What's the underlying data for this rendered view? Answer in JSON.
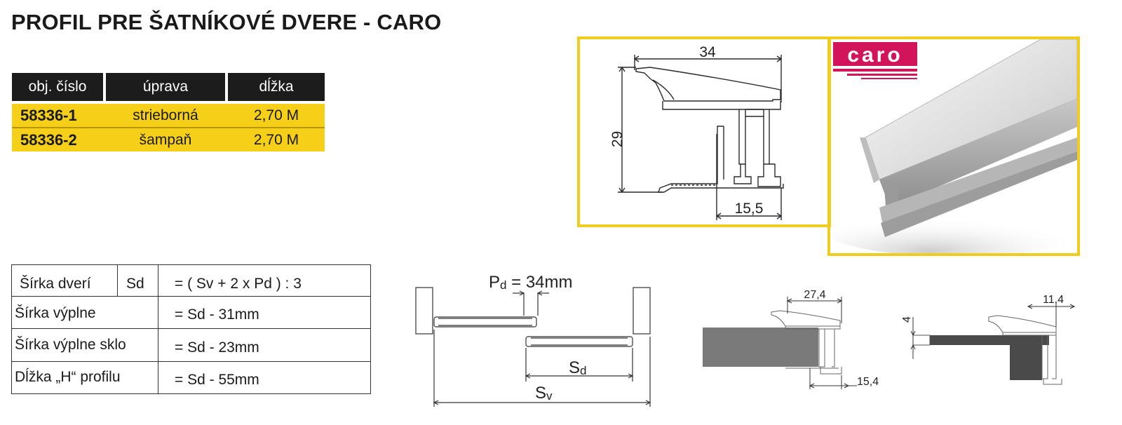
{
  "title": "PROFIL PRE ŠATNÍKOVÉ DVERE - CARO",
  "product_table": {
    "headers": [
      "obj. číslo",
      "úprava",
      "dĺžka"
    ],
    "rows": [
      {
        "code": "58336-1",
        "finish": "strieborná",
        "length": "2,70 M"
      },
      {
        "code": "58336-2",
        "finish": "šampaň",
        "length": "2,70 M"
      }
    ]
  },
  "formula_table": {
    "rows": [
      {
        "label": "Šírka dverí",
        "symbol": "Sd",
        "formula": "=  ( Sv + 2 x Pd ) : 3"
      },
      {
        "label": "Šírka výplne",
        "symbol": "",
        "formula": "=  Sd - 31mm"
      },
      {
        "label": "Šírka výplne sklo",
        "symbol": "",
        "formula": "=  Sd - 23mm"
      },
      {
        "label": "Dĺžka „H“ profilu",
        "symbol": "",
        "formula": "=  Sd - 55mm"
      }
    ]
  },
  "profile_drawing": {
    "width": "34",
    "height": "29",
    "depth": "15,5"
  },
  "brand": {
    "logo_text": "caro",
    "color": "#d2145a"
  },
  "door_diagram": {
    "pd_label": "P",
    "pd_sub": "d",
    "pd_value": " = 34mm",
    "sd_label": "S",
    "sd_sub": "d",
    "sv_label": "S",
    "sv_sub": "v"
  },
  "detail_a": {
    "top": "27,4",
    "bottom": "15,4"
  },
  "detail_b": {
    "top": "11,4",
    "side": "4"
  },
  "colors": {
    "accent_yellow": "#f6cf18",
    "frame_yellow": "#f0cd1c",
    "header_dark": "#1c1c1c"
  }
}
